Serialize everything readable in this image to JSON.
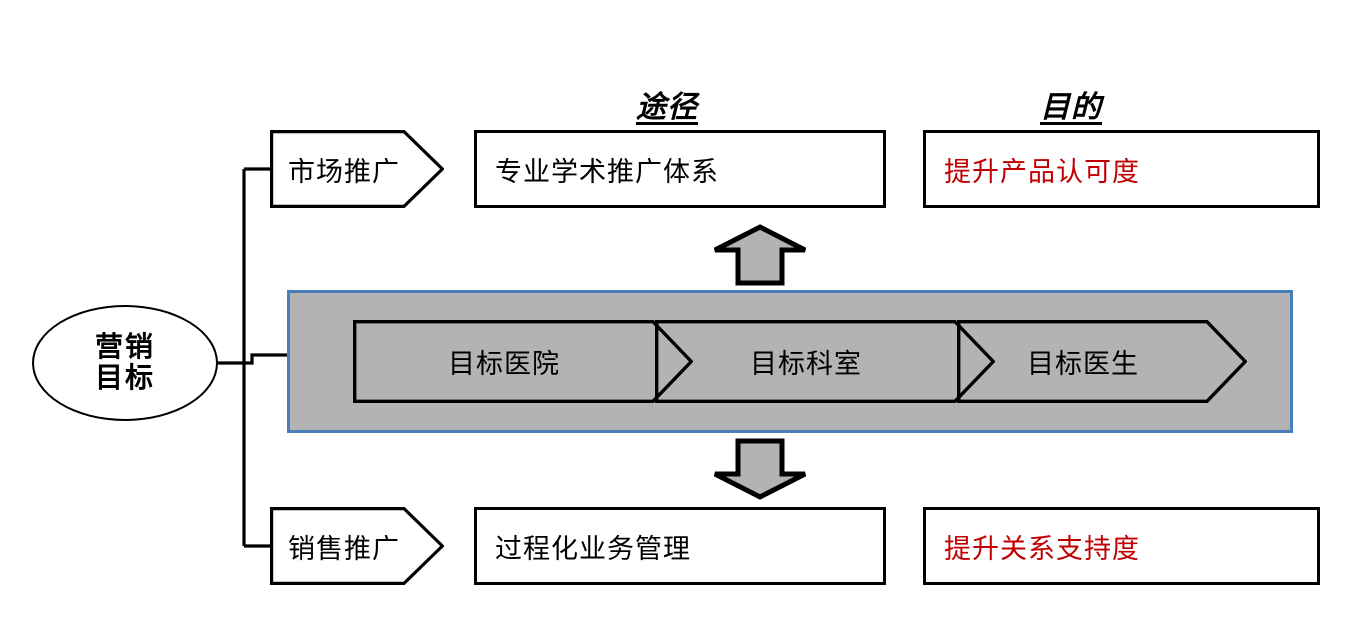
{
  "diagram": {
    "title_path": "途径",
    "title_purpose": "目的",
    "root": {
      "line1": "营销",
      "line2": "目标"
    },
    "rows": [
      {
        "channel": "市场推广",
        "method": "专业学术推广体系",
        "purpose": "提升产品认可度"
      },
      {
        "channel": "销售推广",
        "method": "过程化业务管理",
        "purpose": "提升关系支持度"
      }
    ],
    "band": {
      "steps": [
        "目标医院",
        "目标科室",
        "目标医生"
      ]
    },
    "arrows": {
      "up": "up-arrow",
      "down": "down-arrow"
    },
    "colors": {
      "purpose_text": "#c00000",
      "band_fill": "#b3b3b3",
      "band_border": "#4a7ebb",
      "outline": "#000000",
      "arrow_fill": "#b3b3b3"
    }
  }
}
